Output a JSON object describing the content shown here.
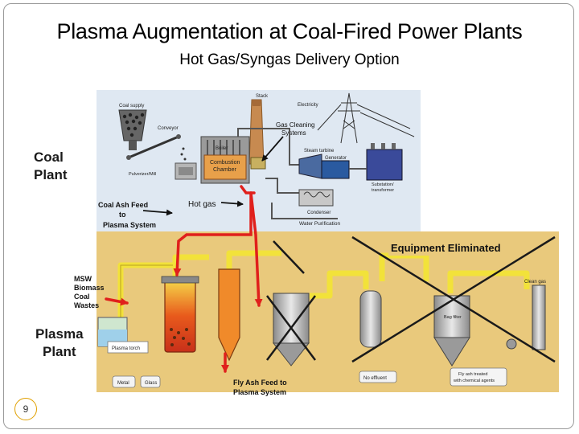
{
  "slide": {
    "title": "Plasma Augmentation at Coal-Fired Power Plants",
    "subtitle": "Hot Gas/Syngas Delivery Option",
    "page_number": "9"
  },
  "side_labels": {
    "coal_plant_line1": "Coal",
    "coal_plant_line2": "Plant",
    "plasma_plant_line1": "Plasma",
    "plasma_plant_line2": "Plant"
  },
  "annotations": {
    "gas_cleaning_line1": "Gas Cleaning",
    "gas_cleaning_line2": "Systems",
    "coal_ash_feed_line1": "Coal Ash  Feed",
    "coal_ash_feed_line2": "to",
    "coal_ash_feed_line3": "Plasma System",
    "hot_gas": "Hot gas",
    "msw_line1": "MSW",
    "msw_line2": "Biomass",
    "msw_line3": "Coal",
    "msw_line4": "Wastes",
    "equipment_eliminated": "Equipment Eliminated",
    "fly_ash_line1": "Fly Ash  Feed to",
    "fly_ash_line2": "Plasma System"
  },
  "coal_plant_labels": {
    "coal_supply": "Coal supply",
    "conveyor": "Conveyor",
    "stack": "Stack",
    "electricity": "Electricity",
    "boiler": "Boiler",
    "combustion_line1": "Combustion",
    "combustion_line2": "Chamber",
    "pulverizer": "Pulverizer/Mill",
    "steam_turbine": "Steam turbine",
    "generator": "Generator",
    "substation_line1": "Substation/",
    "substation_line2": "transformer",
    "condenser": "Condenser",
    "water_purification": "Water Purification"
  },
  "plasma_plant_labels": {
    "plasma_torch": "Plasma torch",
    "metal": "Metal",
    "glass": "Glass",
    "clean_gas": "Clean gas",
    "bag_filter": "Bag filter",
    "no_effluent": "No effluent",
    "fly_ash_treated_line1": "Fly ash treated",
    "fly_ash_treated_line2": "with chemical agents"
  },
  "colors": {
    "coal_panel": "#dfe8f2",
    "plasma_panel": "#e9c97c",
    "arrow_red": "#e0201c",
    "pipe_yellow": "#f2e23a",
    "cross": "#1a1a1a"
  }
}
